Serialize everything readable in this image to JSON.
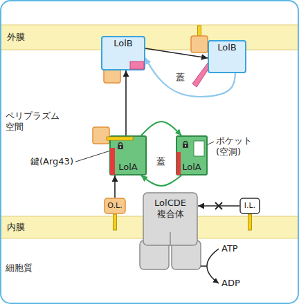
{
  "diagram": {
    "nodes": [
      {
        "text": [
          "外膜"
        ]
      },
      {
        "text": [
          "LolB"
        ]
      },
      {
        "text": [
          "LolB"
        ]
      },
      {
        "text": [
          "LolA"
        ]
      },
      {
        "text": [
          "LolA"
        ]
      },
      {
        "text": [
          "O.L."
        ]
      },
      {
        "text": [
          "LolCDE 複合体"
        ]
      },
      {
        "text": [
          "I.L."
        ]
      },
      {
        "text": [
          "内膜"
        ]
      }
    ],
    "edges": [
      {
        "from": 5,
        "to": 3,
        "arrow": "to"
      },
      {
        "from": 3,
        "to": 1,
        "arrow": "to"
      },
      {
        "from": 3,
        "to": 4,
        "arrow": "to"
      },
      {
        "from": 4,
        "to": 3,
        "arrow": "to"
      },
      {
        "from": 1,
        "to": 2,
        "arrow": "to"
      },
      {
        "from": 2,
        "to": 1,
        "arrow": "to"
      },
      {
        "from": 7,
        "to": 6,
        "arrow": "to"
      }
    ],
    "labels": [
      "ペリプラズム 空間",
      "蓋",
      "ポケット (空洞)",
      "鍵(Arg43)",
      "蓋",
      "ATP",
      "ADP",
      "細胞質"
    ]
  }
}
